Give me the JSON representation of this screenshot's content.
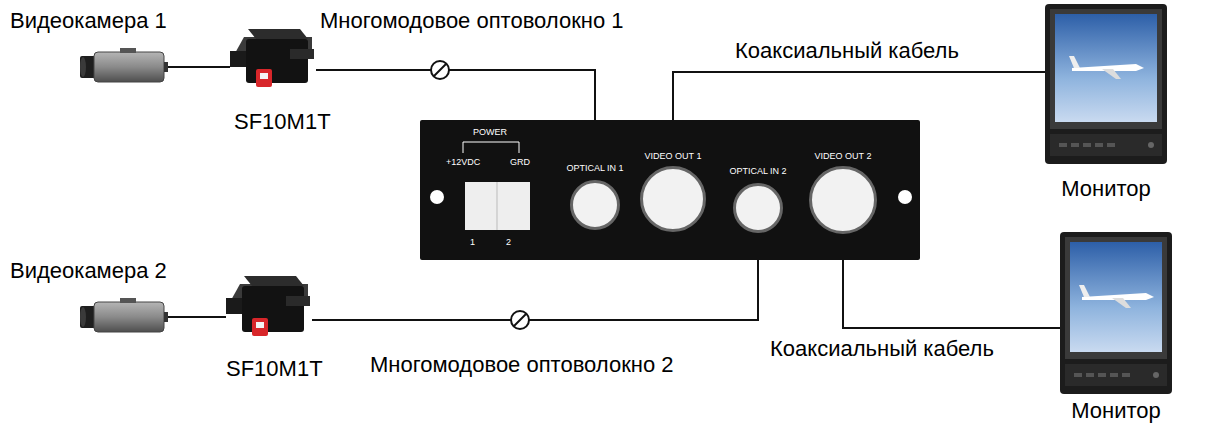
{
  "diagram": {
    "nodes": [
      {
        "text": [
          "Видеокамера 1"
        ]
      },
      {
        "text": [
          "SF10M1T"
        ]
      },
      {
        "text": [
          "POWER",
          "+12VDC",
          "GRD",
          "1",
          "2"
        ]
      },
      {
        "text": [
          "OPTICAL IN 1"
        ],
        "in": 2
      },
      {
        "text": [
          "VIDEO OUT 1"
        ],
        "in": 2
      },
      {
        "text": [
          "OPTICAL IN 2"
        ],
        "in": 2
      },
      {
        "text": [
          "VIDEO OUT 2"
        ],
        "in": 2
      },
      {
        "text": [
          "Монитор"
        ]
      },
      {
        "text": [
          "Видеокамера 2"
        ]
      },
      {
        "text": [
          "SF10M1T"
        ]
      },
      {
        "text": [
          "Монитор"
        ]
      }
    ],
    "edges": [
      {
        "from": 0,
        "to": 1,
        "arrow": "none"
      },
      {
        "from": 1,
        "to": 3,
        "label": "Многомодовое оптоволокно 1",
        "arrow": "none"
      },
      {
        "from": 4,
        "to": 7,
        "label": "Коаксиальный кабель",
        "arrow": "none"
      },
      {
        "from": 8,
        "to": 9,
        "arrow": "none"
      },
      {
        "from": 9,
        "to": 5,
        "label": "Многомодовое оптоволокно 2",
        "arrow": "none"
      },
      {
        "from": 6,
        "to": 10,
        "label": "Коаксиальный кабель",
        "arrow": "none"
      }
    ]
  }
}
